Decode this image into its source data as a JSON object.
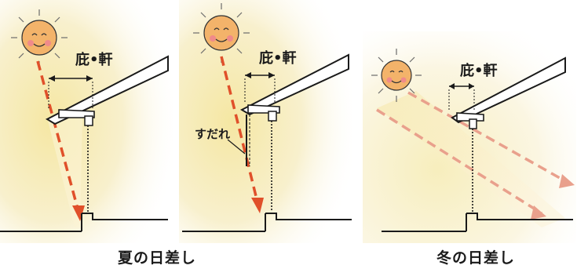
{
  "labels": {
    "eaves": "庇•軒",
    "sudare": "すだれ"
  },
  "captions": {
    "summer": "夏の日差し",
    "winter": "冬の日差し"
  },
  "colors": {
    "summer_ray": "#e0502a",
    "winter_ray": "#e9a08c",
    "sun_face": "#f3b36a",
    "sun_cheek": "#f08a8a",
    "glow": "#f5e8a8",
    "line": "#1a1a1a"
  },
  "icons": {
    "sun": "smiling-sun-icon"
  }
}
